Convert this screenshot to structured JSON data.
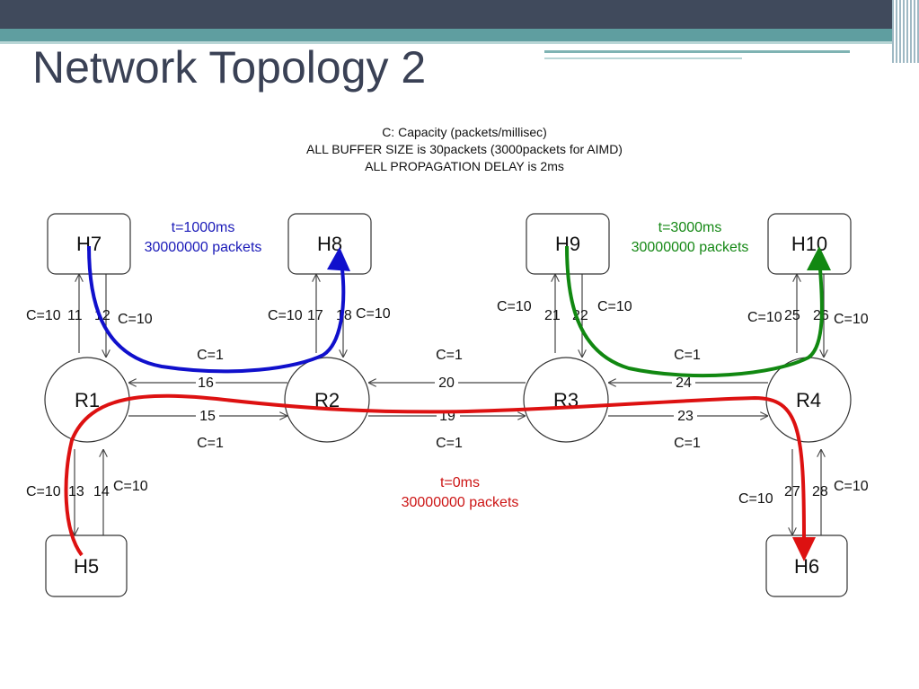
{
  "slide": {
    "title": "Network Topology 2"
  },
  "caption": {
    "line1": "C: Capacity (packets/millisec)",
    "line2": "ALL BUFFER SIZE is 30packets (3000packets for AIMD)",
    "line3": "ALL PROPAGATION DELAY is 2ms"
  },
  "nodes": {
    "r1": "R1",
    "r2": "R2",
    "r3": "R3",
    "r4": "R4",
    "h5": "H5",
    "h6": "H6",
    "h7": "H7",
    "h8": "H8",
    "h9": "H9",
    "h10": "H10"
  },
  "links": {
    "l11": "11",
    "l12": "12",
    "l17": "17",
    "l18": "18",
    "l21": "21",
    "l22": "22",
    "l25": "25",
    "l26": "26",
    "l13": "13",
    "l14": "14",
    "l27": "27",
    "l28": "28",
    "l16": "16",
    "l15": "15",
    "l20": "20",
    "l19": "19",
    "l24": "24",
    "l23": "23"
  },
  "capacities": {
    "c10": "C=10",
    "c1": "C=1"
  },
  "flows": {
    "blue": {
      "time": "t=1000ms",
      "packets": "30000000 packets",
      "color": "#1010cc"
    },
    "green": {
      "time": "t=3000ms",
      "packets": "30000000 packets",
      "color": "#118811"
    },
    "red": {
      "time": "t=0ms",
      "packets": "30000000 packets",
      "color": "#dd1111"
    }
  }
}
